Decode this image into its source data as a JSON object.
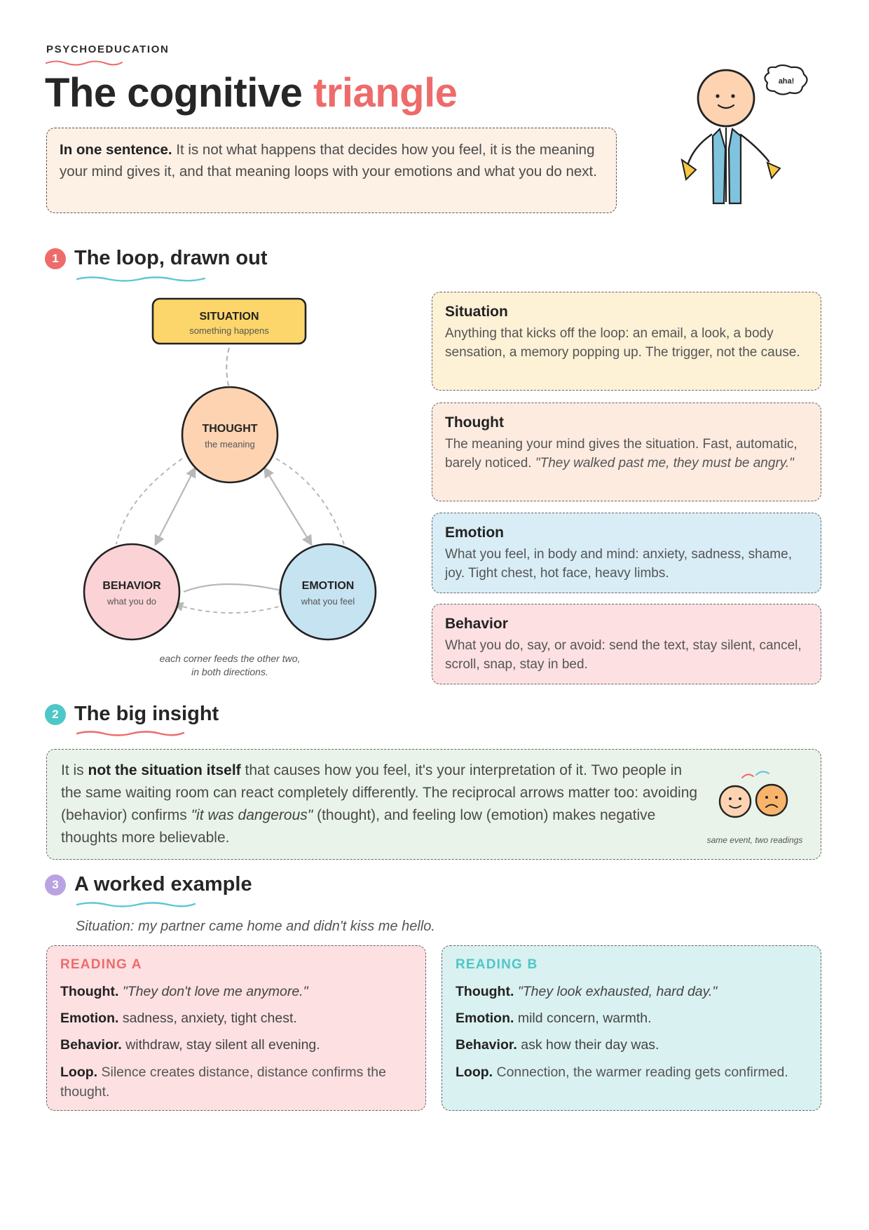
{
  "header": {
    "eyebrow": "PSYCHOEDUCATION",
    "title_main": "The cognitive",
    "title_accent": "triangle",
    "speech_bubble": "aha!"
  },
  "summary": {
    "lead": "In one sentence.",
    "text": "It is not what happens that decides how you feel, it is the meaning your mind gives it, and that meaning loops with your emotions and what you do next."
  },
  "sections": [
    {
      "number": "1",
      "title": "The loop, drawn out"
    },
    {
      "number": "2",
      "title": "The big insight"
    },
    {
      "number": "3",
      "title": "A worked example"
    }
  ],
  "diagram": {
    "situation": {
      "label": "SITUATION",
      "sub": "something happens"
    },
    "thought": {
      "label": "THOUGHT",
      "sub": "the meaning"
    },
    "behavior": {
      "label": "BEHAVIOR",
      "sub": "what you do"
    },
    "emotion": {
      "label": "EMOTION",
      "sub": "what you feel"
    },
    "caption_line1": "each corner feeds the other two,",
    "caption_line2": "in both directions."
  },
  "cards": [
    {
      "title": "Situation",
      "text": "Anything that kicks off the loop: an email, a look, a body sensation, a memory popping up. The trigger, not the cause."
    },
    {
      "title": "Thought",
      "text": "The meaning your mind gives the situation. Fast, automatic, barely noticed.",
      "quote": "\"They walked past me, they must be angry.\""
    },
    {
      "title": "Emotion",
      "text": "What you feel, in body and mind: anxiety, sadness, shame, joy. Tight chest, hot face, heavy limbs."
    },
    {
      "title": "Behavior",
      "text": "What you do, say, or avoid: send the text, stay silent, cancel, scroll, snap, stay in bed."
    }
  ],
  "insight": {
    "part1": "It is",
    "bold": "not the situation itself",
    "part2": "that causes how you feel, it's your interpretation of it. Two people in the same waiting room can react completely differently. The reciprocal arrows matter too: avoiding (behavior) confirms",
    "quote": "\"it was dangerous\"",
    "part3": "(thought), and feeling low (emotion) makes negative thoughts more believable.",
    "faces_caption": "same event, two readings"
  },
  "example": {
    "situation": "Situation: my partner came home and didn't kiss me hello.",
    "readings": [
      {
        "heading": "READING A",
        "thought_label": "Thought.",
        "thought": "\"They don't love me anymore.\"",
        "emotion_label": "Emotion.",
        "emotion": "sadness, anxiety, tight chest.",
        "behavior_label": "Behavior.",
        "behavior": "withdraw, stay silent all evening.",
        "loop_label": "Loop.",
        "loop": "Silence creates distance, distance confirms the thought."
      },
      {
        "heading": "READING B",
        "thought_label": "Thought.",
        "thought": "\"They look exhausted, hard day.\"",
        "emotion_label": "Emotion.",
        "emotion": "mild concern, warmth.",
        "behavior_label": "Behavior.",
        "behavior": "ask how their day was.",
        "loop_label": "Loop.",
        "loop": "Connection, the warmer reading gets confirmed."
      }
    ]
  },
  "colors": {
    "accent_red": "#ee6b6b",
    "accent_teal": "#4ec7c7",
    "accent_purple": "#b9a3e3",
    "situation_fill": "#fdd66b",
    "thought_fill": "#fdd3b2",
    "behavior_fill": "#fbd2d6",
    "emotion_fill": "#c6e3f1"
  }
}
